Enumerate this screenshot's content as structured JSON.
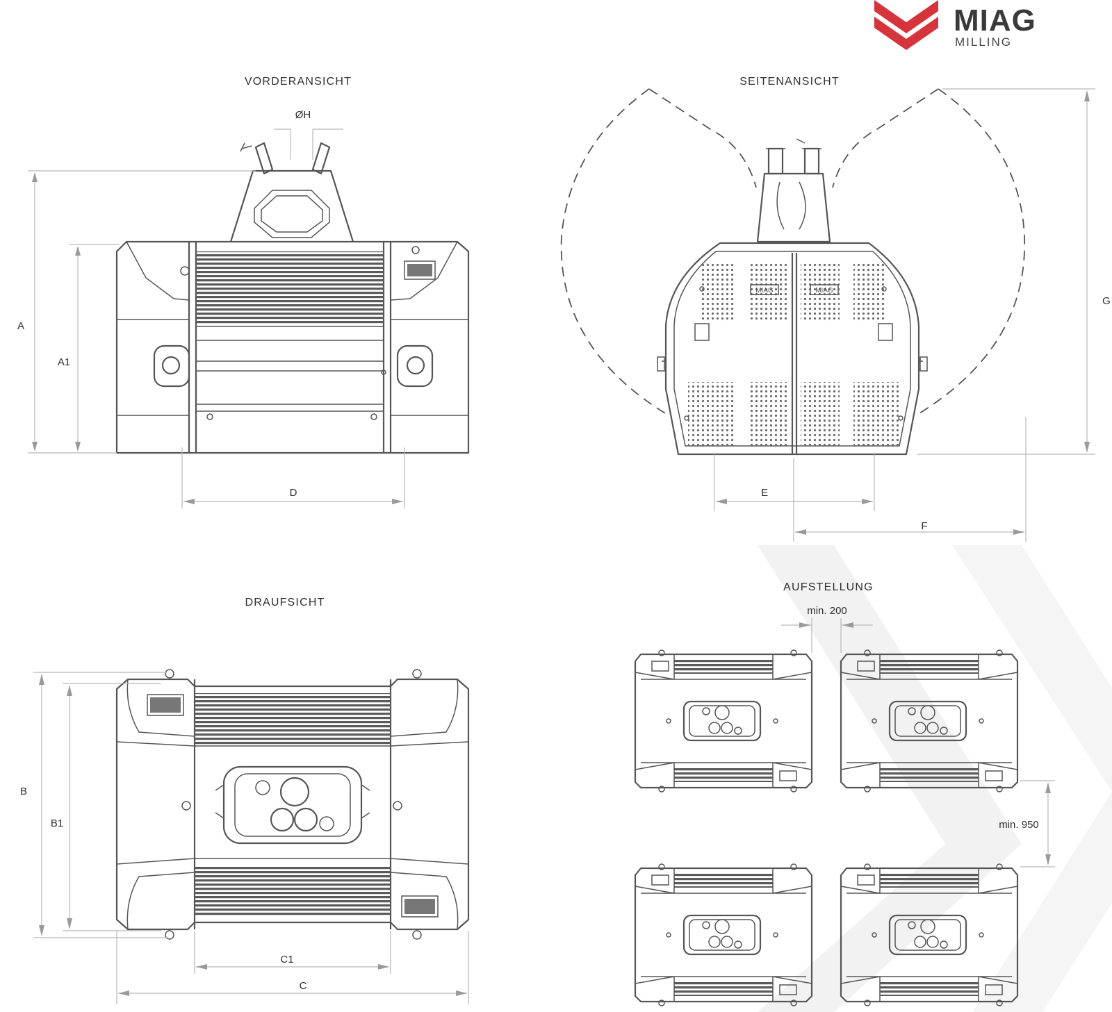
{
  "brand": {
    "name": "MIAG",
    "sub": "MILLING",
    "accent": "#d6333b"
  },
  "views": {
    "front": {
      "title": "VORDERANSICHT",
      "labels": {
        "oh": "ØH",
        "a": "A",
        "a1": "A1",
        "d": "D"
      }
    },
    "side": {
      "title": "SEITENANSICHT",
      "badge": "MIAG",
      "labels": {
        "e": "E",
        "f": "F",
        "g": "G"
      }
    },
    "top": {
      "title": "DRAUFSICHT",
      "labels": {
        "b": "B",
        "b1": "B1",
        "c1": "C1",
        "c": "C"
      }
    },
    "setup": {
      "title": "AUFSTELLUNG",
      "labels": {
        "min200": "min. 200",
        "min950": "min. 950"
      }
    }
  },
  "colors": {
    "line": "#555555",
    "dimension": "#b8b8b8",
    "background_chevron": "#f1f1f1"
  }
}
